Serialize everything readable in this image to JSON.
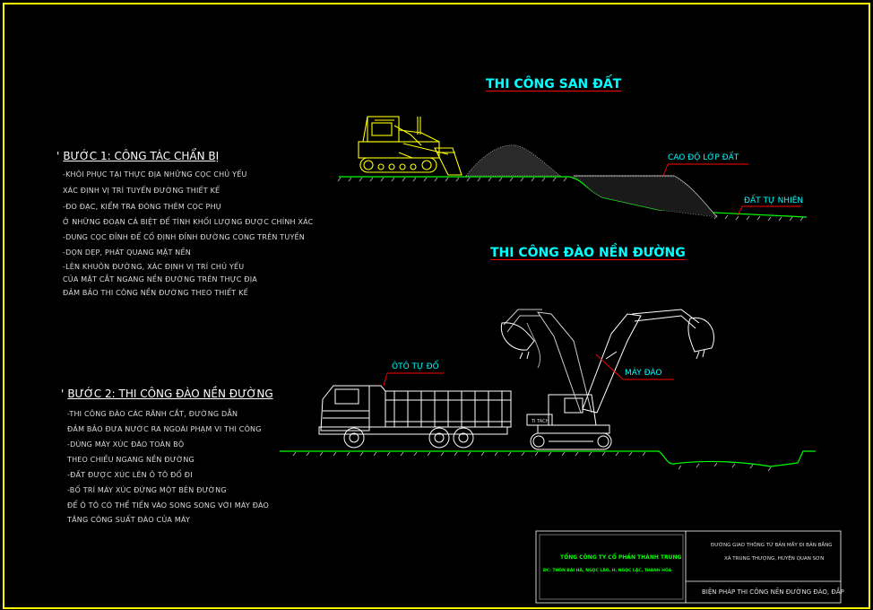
{
  "titles": {
    "san_dat": "THI CÔNG SAN ĐẤT",
    "dao_nen": "THI CÔNG ĐÀO NỀN ĐƯỜNG"
  },
  "step1": {
    "title": "BƯỚC 1: CÔNG TÁC CHẨN BỊ",
    "lines": [
      "-KHÔI PHỤC TẠI THỰC ĐỊA NHỮNG CỌC CHỦ YẾU",
      "XÁC ĐỊNH VỊ TRÍ TUYẾN ĐƯỜNG THIẾT KẾ",
      "-ĐO ĐẠC, KIỂM TRA ĐÓNG THÊM CỌC PHỤ",
      "Ở NHỮNG ĐOẠN CÁ BIỆT ĐỂ TÍNH KHỐI LƯỢNG ĐƯỢC CHÍNH XÁC",
      "-DUNG CỌC ĐỈNH ĐỂ CỐ ĐỊNH ĐỈNH ĐƯỜNG CONG TRÊN TUYẾN",
      "-DỌN DẸP, PHÁT QUANG MẶT NỀN",
      "-LÊN KHUÔN ĐƯỜNG, XÁC ĐỊNH VỊ TRÍ CHỦ YẾU",
      "CỦA MẶT CẮT NGANG NỀN ĐƯỜNG TRÊN THỰC ĐỊA",
      "ĐẢM BẢO THI CÔNG NỀN ĐƯỜNG THEO THIẾT KẾ"
    ]
  },
  "step2": {
    "title": "BƯỚC 2: THI CÔNG ĐÀO NỀN ĐƯỜNG",
    "lines": [
      "-THI CÔNG ĐÀO CÁC RÃNH CẮT, ĐƯỜNG DẪN",
      "ĐẢM BẢO ĐƯA NƯỚC RA NGOÀI PHẠM VI THI CÔNG",
      "-DÙNG MÁY XÚC ĐÀO TOÀN BỘ",
      "THEO CHIỀU NGANG NỀN ĐƯỜNG",
      "-ĐẤT ĐƯỢC XÚC LÊN Ô TÔ ĐỔ ĐI",
      "-BỐ TRÍ MÁY XÚC ĐỨNG MỘT BÊN ĐƯỜNG",
      "ĐỂ Ô TÔ CÓ THỂ TIẾN VÀO SONG SONG VỚI MÁY ĐÀO",
      "TĂNG CÔNG SUẤT ĐÀO CỦA MÁY"
    ]
  },
  "labels": {
    "cao_do": "CAO ĐỘ LỚP ĐẤT",
    "dat_tu_nhien": "ĐẤT TỰ NHIÊN",
    "o_to": "ÔTÔ TỰ ĐỔ",
    "may_dao": "MÁY ĐÀO",
    "excavator_brand": "TI TACH"
  },
  "title_block": {
    "company": "TỔNG CÔNG TY CỔ PHẦN THÀNH TRUNG",
    "company_sub": "ĐC: THÔN BÃI HÀ, NGỌC LÃO, H. NGỌC LẶC, THANH HÓA",
    "project_line1": "ĐƯỜNG GIAO THÔNG TỪ BẢN MẦY ĐI BẢN BẮNG",
    "project_line2": "XÃ TRUNG THƯỢNG, HUYỆN QUAN SƠN",
    "drawing": "BIỆN PHÁP THI CÔNG NỀN ĐƯỜNG ĐÀO, ĐẮP"
  },
  "colors": {
    "frame": "#ffff00",
    "title": "#00ffff",
    "ground": "#00ff00",
    "machine": "#ffff00",
    "truck": "#ffffff",
    "leader_red": "#ff0000"
  }
}
